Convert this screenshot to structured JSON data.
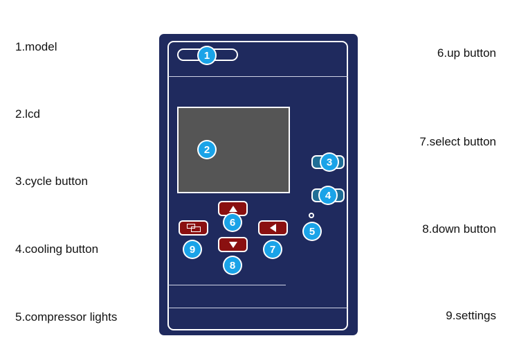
{
  "labels": {
    "model": "1.model",
    "lcd": "2.lcd",
    "cycle_button": "3.cycle button",
    "cooling_button": "4.cooling button",
    "compressor_lights": "5.compressor lights",
    "up_button": "6.up button",
    "select_button": "7.select button",
    "down_button": "8.down button",
    "settings": "9.settings"
  },
  "badges": {
    "b1": "1",
    "b2": "2",
    "b3": "3",
    "b4": "4",
    "b5": "5",
    "b6": "6",
    "b7": "7",
    "b8": "8",
    "b9": "9"
  },
  "colors": {
    "panel": "#1f2a5e",
    "lcd": "#555555",
    "badge": "#1aa3e8",
    "red_button": "#8a1010",
    "teal_button": "#1f6e96"
  },
  "icons": {
    "up": "triangle-up-icon",
    "down": "triangle-down-icon",
    "select": "triangle-left-icon",
    "settings": "settings-icon"
  }
}
